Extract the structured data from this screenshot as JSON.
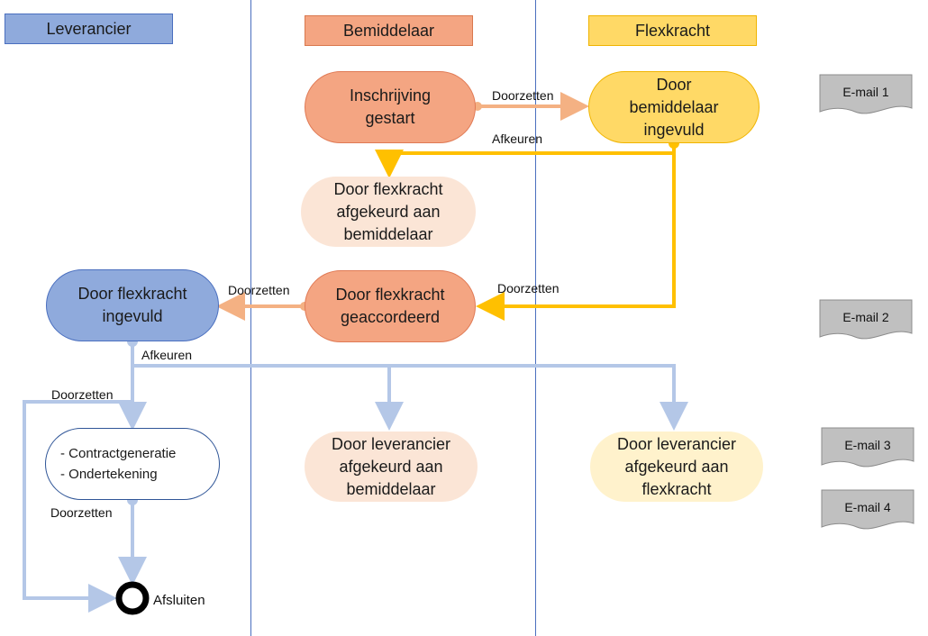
{
  "lanes": {
    "leverancier": "Leverancier",
    "bemiddelaar": "Bemiddelaar",
    "flexkracht": "Flexkracht"
  },
  "nodes": {
    "inschrijving": [
      "Inschrijving",
      "gestart"
    ],
    "door_bemiddelaar": [
      "Door",
      "bemiddelaar",
      "ingevuld"
    ],
    "flex_afgekeurd_bem": [
      "Door flexkracht",
      "afgekeurd aan",
      "bemiddelaar"
    ],
    "flex_geaccordeerd": [
      "Door flexkracht",
      "geaccordeerd"
    ],
    "flex_ingevuld": [
      "Door flexkracht",
      "ingevuld"
    ],
    "contract_items": [
      "- Contractgeneratie",
      "- Ondertekening"
    ],
    "lev_afgekeurd_bem": [
      "Door leverancier",
      "afgekeurd aan",
      "bemiddelaar"
    ],
    "lev_afgekeurd_flex": [
      "Door leverancier",
      "afgekeurd aan",
      "flexkracht"
    ],
    "afsluiten": "Afsluiten"
  },
  "labels": {
    "doorzetten_1": "Doorzetten",
    "afkeuren_1": "Afkeuren",
    "doorzetten_2": "Doorzetten",
    "doorzetten_3": "Doorzetten",
    "afkeuren_2": "Afkeuren",
    "doorzetten_4": "Doorzetten",
    "doorzetten_5": "Doorzetten"
  },
  "emails": [
    "E-mail 1",
    "E-mail 2",
    "E-mail 3",
    "E-mail 4"
  ],
  "colors": {
    "lane_line": "#4a6fbf",
    "orange_flow": "#f4b183",
    "yellow_flow": "#ffc000",
    "blue_flow": "#b4c7e7"
  }
}
